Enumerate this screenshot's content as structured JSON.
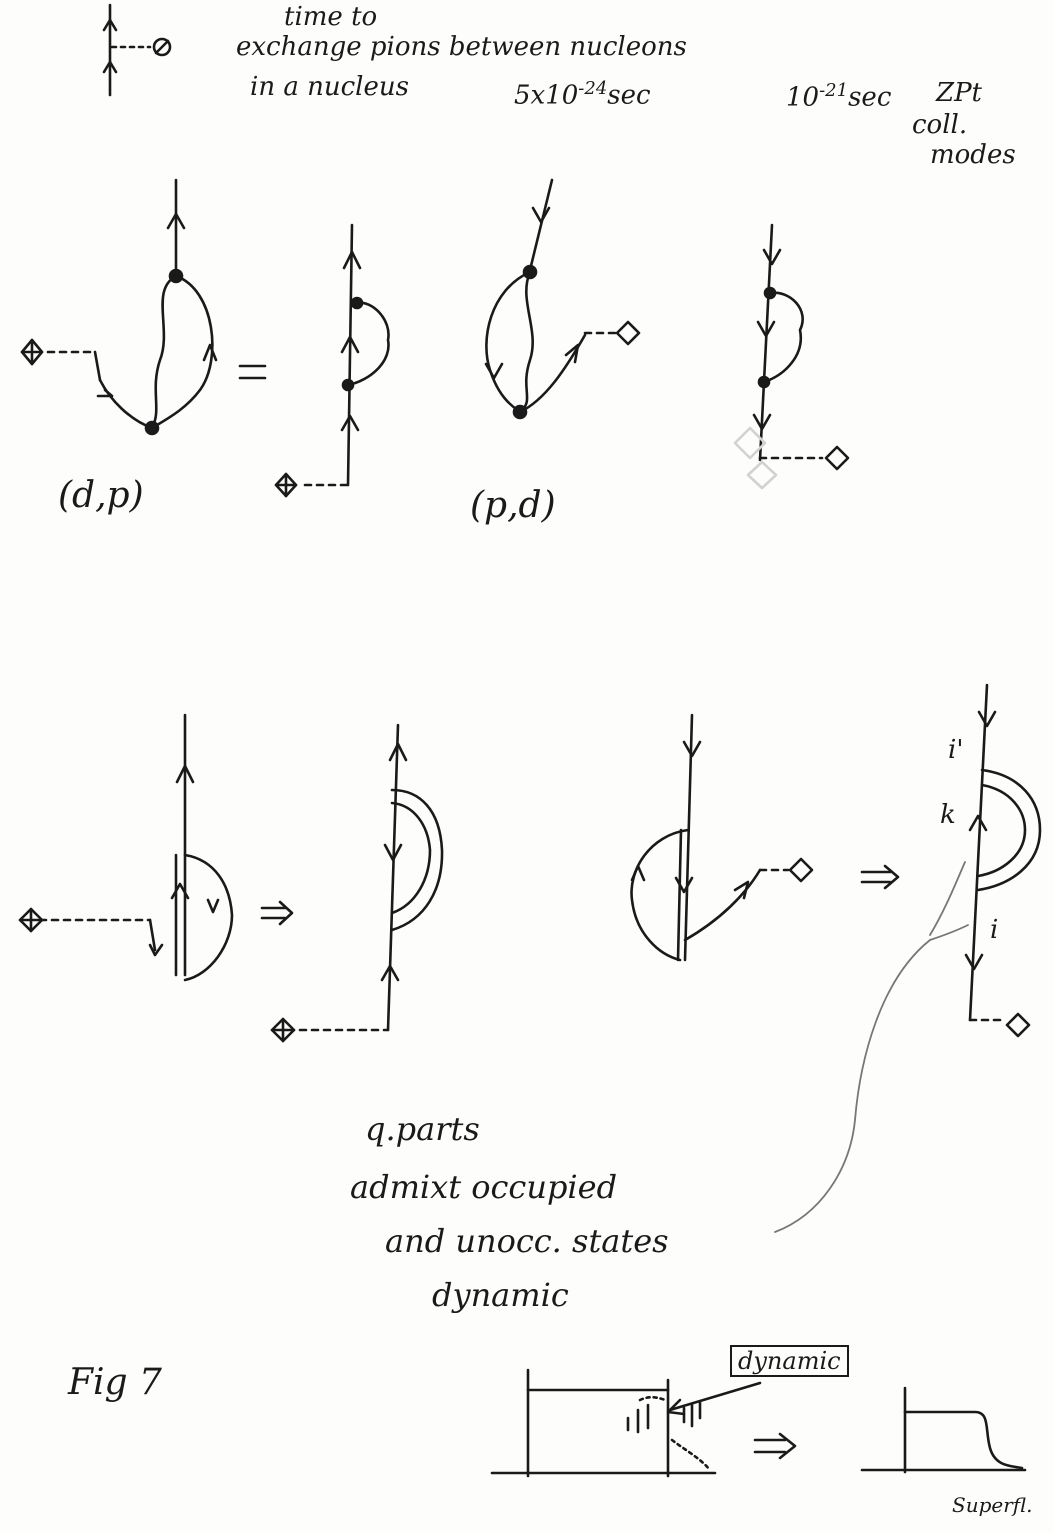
{
  "header": {
    "line1": "time to",
    "line2": "exchange pions between nucleons",
    "line3": "in a nucleus",
    "time_pion": "5x10",
    "time_pion_exp": "-24",
    "time_pion_unit": "sec",
    "time_coll": "10",
    "time_coll_exp": "-21",
    "time_coll_unit": "sec",
    "zpt": "ZPt",
    "coll": "coll.",
    "modes": "modes"
  },
  "labels": {
    "dp": "(d,p)",
    "pd": "(p,d)",
    "i_prime": "i'",
    "k": "k",
    "i": "i"
  },
  "notes": {
    "line1": "q.parts",
    "line2": "admixt occupied",
    "line3": "and unocc. states",
    "line4": "dynamic"
  },
  "footer": {
    "fig": "Fig 7",
    "dynamic_box": "dynamic",
    "superfl": "Superfl."
  },
  "ink_color": "#1a1a1a"
}
